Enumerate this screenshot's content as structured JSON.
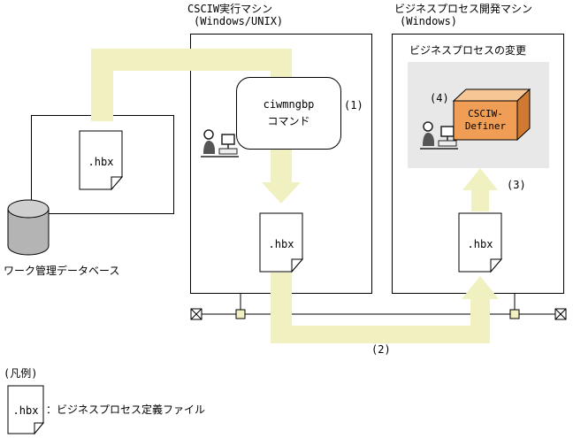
{
  "labels": {
    "machine1_title": "CSCIW実行マシン",
    "machine1_sub": "(Windows/UNIX)",
    "machine2_title": "ビジネスプロセス開発マシン",
    "machine2_sub": "(Windows)",
    "process_change_title": "ビジネスプロセスの変更",
    "command_line1": "ciwmngbp",
    "command_line2": "コマンド",
    "definer_line1": "CSCIW-",
    "definer_line2": "Definer",
    "db_label": "ワーク管理データベース",
    "file_hbx": ".hbx",
    "step1": "(1)",
    "step2": "(2)",
    "step3": "(3)",
    "step4": "(4)",
    "legend_title": "(凡例)",
    "legend_desc": "：ビジネスプロセス定義ファイル"
  },
  "colors": {
    "arrow_fill": "#f0f0c0",
    "panel_gray": "#e8e8e8",
    "definer_front": "#f09e55",
    "definer_top": "#f6c795",
    "definer_side": "#cf7a33",
    "cylinder_body": "#b4b4b4",
    "cylinder_top": "#cfcfcf",
    "line_black": "#000000"
  }
}
